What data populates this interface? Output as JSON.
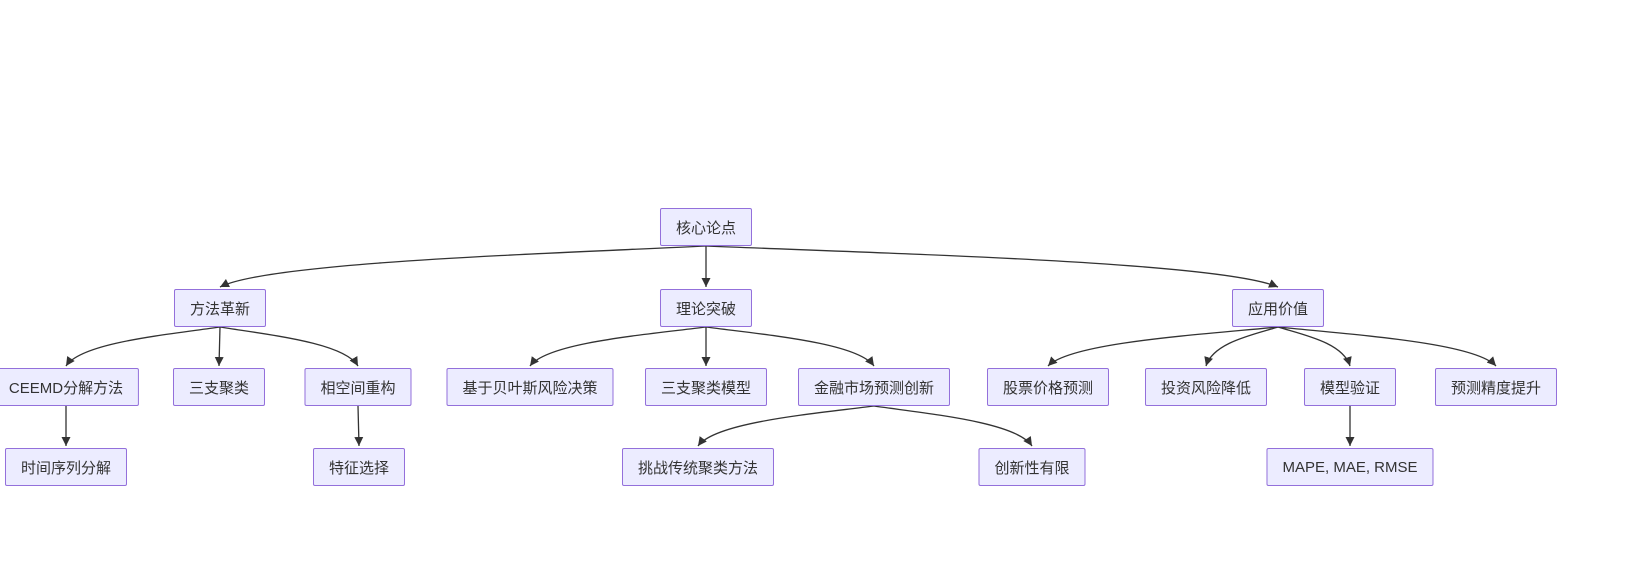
{
  "diagram": {
    "type": "flowchart",
    "background": "#ffffff",
    "node_fill": "#ECECFF",
    "node_border": "#9370DB",
    "edge_color": "#333333",
    "text_color": "#333333",
    "nodes": [
      {
        "id": "core",
        "label": "核心论点"
      },
      {
        "id": "method",
        "label": "方法革新"
      },
      {
        "id": "theory",
        "label": "理论突破"
      },
      {
        "id": "application",
        "label": "应用价值"
      },
      {
        "id": "ceemd",
        "label": "CEEMD分解方法"
      },
      {
        "id": "three-way-clustering",
        "label": "三支聚类"
      },
      {
        "id": "phase-space",
        "label": "相空间重构"
      },
      {
        "id": "time-series",
        "label": "时间序列分解"
      },
      {
        "id": "feature-selection",
        "label": "特征选择"
      },
      {
        "id": "bayes-risk",
        "label": "基于贝叶斯风险决策"
      },
      {
        "id": "three-way-model",
        "label": "三支聚类模型"
      },
      {
        "id": "market-innovation",
        "label": "金融市场预测创新"
      },
      {
        "id": "challenge-traditional",
        "label": "挑战传统聚类方法"
      },
      {
        "id": "limited-novelty",
        "label": "创新性有限"
      },
      {
        "id": "stock-prediction",
        "label": "股票价格预测"
      },
      {
        "id": "risk-reduction",
        "label": "投资风险降低"
      },
      {
        "id": "model-validation",
        "label": "模型验证"
      },
      {
        "id": "precision-improvement",
        "label": "预测精度提升"
      },
      {
        "id": "metrics",
        "label": "MAPE, MAE, RMSE"
      }
    ],
    "edges": [
      {
        "from": "core",
        "to": "method"
      },
      {
        "from": "core",
        "to": "theory"
      },
      {
        "from": "core",
        "to": "application"
      },
      {
        "from": "method",
        "to": "ceemd"
      },
      {
        "from": "method",
        "to": "three-way-clustering"
      },
      {
        "from": "method",
        "to": "phase-space"
      },
      {
        "from": "ceemd",
        "to": "time-series"
      },
      {
        "from": "phase-space",
        "to": "feature-selection"
      },
      {
        "from": "theory",
        "to": "bayes-risk"
      },
      {
        "from": "theory",
        "to": "three-way-model"
      },
      {
        "from": "theory",
        "to": "market-innovation"
      },
      {
        "from": "market-innovation",
        "to": "challenge-traditional"
      },
      {
        "from": "market-innovation",
        "to": "limited-novelty"
      },
      {
        "from": "application",
        "to": "stock-prediction"
      },
      {
        "from": "application",
        "to": "risk-reduction"
      },
      {
        "from": "application",
        "to": "model-validation"
      },
      {
        "from": "application",
        "to": "precision-improvement"
      },
      {
        "from": "model-validation",
        "to": "metrics"
      }
    ]
  }
}
